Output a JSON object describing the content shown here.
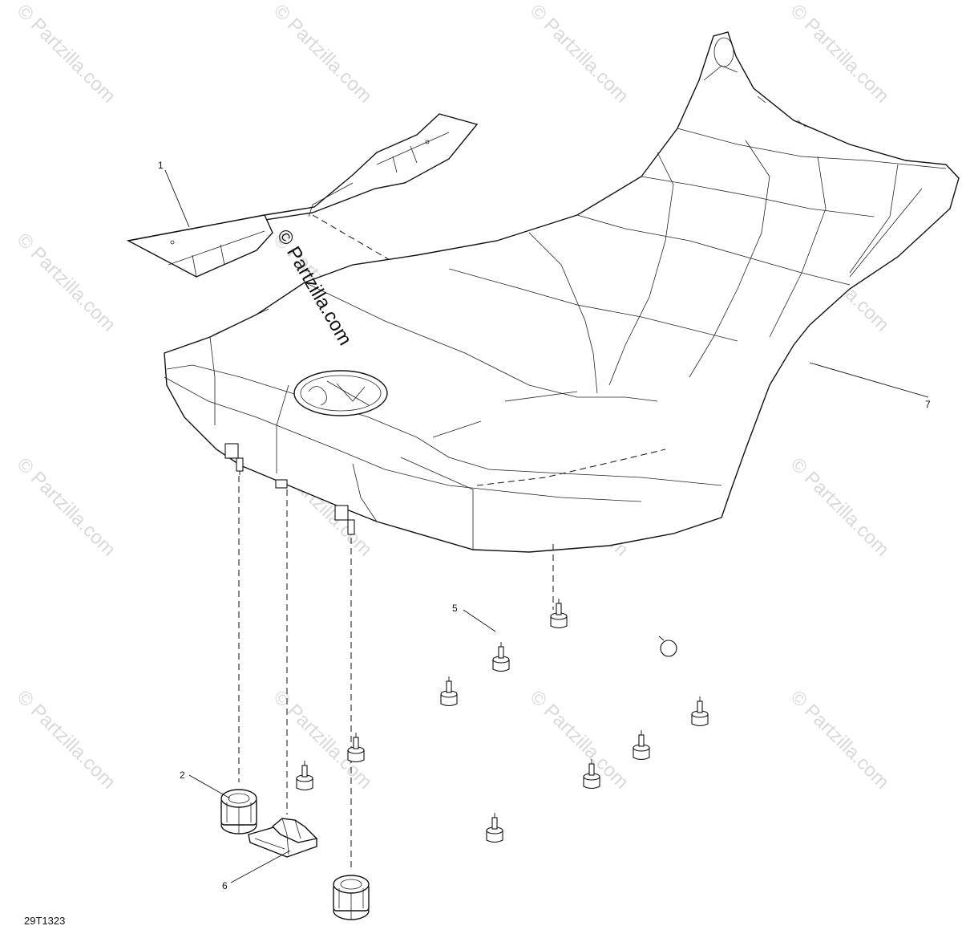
{
  "diagram": {
    "figure_code": "29T1323",
    "watermark_text": "© Partzilla.com",
    "callouts": [
      {
        "id": "1",
        "label": "1"
      },
      {
        "id": "2",
        "label": "2"
      },
      {
        "id": "5",
        "label": "5"
      },
      {
        "id": "6",
        "label": "6"
      },
      {
        "id": "7",
        "label": "7"
      }
    ],
    "parts": [
      {
        "callout": "1",
        "icon": "seat-pad-icon"
      },
      {
        "callout": "2",
        "icon": "grommet-icon"
      },
      {
        "callout": "5",
        "icon": "rubber-stopper-icon"
      },
      {
        "callout": "6",
        "icon": "latch-bracket-icon"
      },
      {
        "callout": "7",
        "icon": "seat-icon"
      }
    ]
  }
}
